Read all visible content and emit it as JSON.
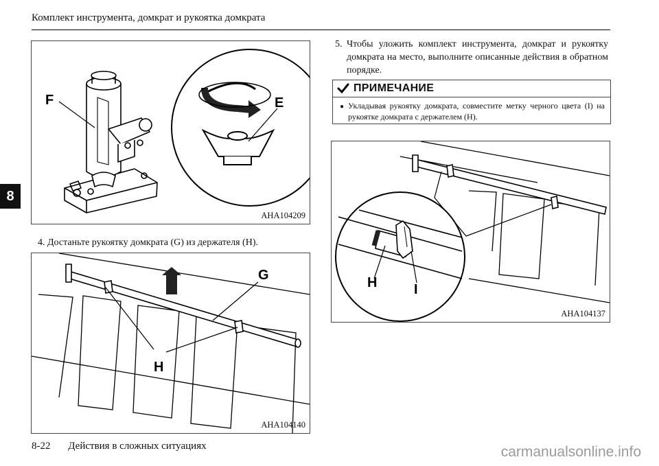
{
  "header": {
    "title": "Комплект инструмента, домкрат и рукоятка домкрата"
  },
  "chapter_tab": "8",
  "figures": {
    "jack": {
      "code": "AHA104209",
      "labels": {
        "f": "F",
        "e": "E"
      }
    },
    "handle_remove": {
      "code": "AHA104140",
      "labels": {
        "g": "G",
        "h": "H"
      }
    },
    "handle_stow": {
      "code": "AHA104137",
      "labels": {
        "h": "H",
        "i": "I"
      }
    }
  },
  "steps": {
    "step4": {
      "num": "4.",
      "text": "Достаньте рукоятку домкрата (G) из держателя (H)."
    },
    "step5": {
      "num": "5.",
      "text": "Чтобы уложить комплект инструмента, домкрат и рукоятку домкрата на место, выполните описанные действия в обратном порядке."
    }
  },
  "note": {
    "icon": "check-mark-icon",
    "title": "ПРИМЕЧАНИЕ",
    "bullet": "●",
    "text": "Укладывая рукоятку домкрата, совместите метку черного цвета (I) на рукоятке домкрата с держателем (H)."
  },
  "footer": {
    "page": "8-22",
    "section": "Действия в сложных ситуациях"
  },
  "watermark": "carmanualsonline.info"
}
